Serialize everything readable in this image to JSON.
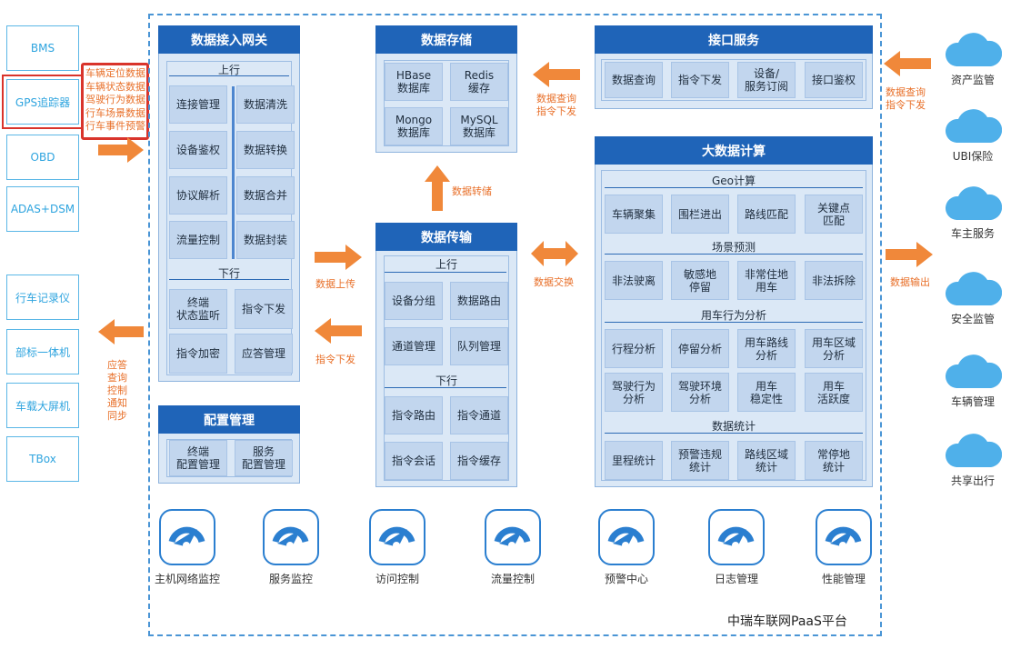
{
  "left_devices": {
    "top": [
      "BMS",
      "GPS追踪器",
      "OBD",
      "ADAS+DSM"
    ],
    "bottom": [
      "行车记录仪",
      "部标一体机",
      "车载大屏机",
      "TBox"
    ],
    "gps_data": [
      "车辆定位数据",
      "车辆状态数据",
      "驾驶行为数据",
      "行车场景数据",
      "行车事件预警"
    ]
  },
  "arrow_labels": {
    "downlink_left": "应答\n查询\n控制\n通知\n同步",
    "data_upload": "数据上传",
    "cmd_down": "指令下发",
    "data_transfer": "数据转储",
    "query_cmd_center": "数据查询\n指令下发",
    "data_exchange": "数据交换",
    "query_cmd_right": "数据查询\n指令下发",
    "data_output": "数据输出"
  },
  "gateway": {
    "title": "数据接入网关",
    "up_label": "上行",
    "up_left": [
      "连接管理",
      "设备鉴权",
      "协议解析",
      "流量控制"
    ],
    "up_right": [
      "数据清洗",
      "数据转换",
      "数据合并",
      "数据封装"
    ],
    "down_label": "下行",
    "down": [
      "终端\n状态监听",
      "指令下发",
      "指令加密",
      "应答管理"
    ]
  },
  "config": {
    "title": "配置管理",
    "items": [
      "终端\n配置管理",
      "服务\n配置管理"
    ]
  },
  "storage": {
    "title": "数据存储",
    "items": [
      "HBase\n数据库",
      "Redis\n缓存",
      "Mongo\n数据库",
      "MySQL\n数据库"
    ]
  },
  "transport": {
    "title": "数据传输",
    "up_label": "上行",
    "up": [
      "设备分组",
      "数据路由",
      "通道管理",
      "队列管理"
    ],
    "down_label": "下行",
    "down": [
      "指令路由",
      "指令通道",
      "指令会话",
      "指令缓存"
    ]
  },
  "api": {
    "title": "接口服务",
    "items": [
      "数据查询",
      "指令下发",
      "设备/\n服务订阅",
      "接口鉴权"
    ]
  },
  "bigdata": {
    "title": "大数据计算",
    "sections": [
      {
        "label": "Geo计算",
        "items": [
          "车辆聚集",
          "围栏进出",
          "路线匹配",
          "关键点\n匹配"
        ]
      },
      {
        "label": "场景预测",
        "items": [
          "非法驶离",
          "敏感地\n停留",
          "非常住地\n用车",
          "非法拆除"
        ]
      },
      {
        "label": "用车行为分析",
        "items": [
          "行程分析",
          "停留分析",
          "用车路线\n分析",
          "用车区域\n分析",
          "驾驶行为\n分析",
          "驾驶环境\n分析",
          "用车\n稳定性",
          "用车\n活跃度"
        ]
      },
      {
        "label": "数据统计",
        "items": [
          "里程统计",
          "预警违规\n统计",
          "路线区域\n统计",
          "常停地\n统计"
        ]
      }
    ]
  },
  "monitoring": [
    "主机网络监控",
    "服务监控",
    "访问控制",
    "流量控制",
    "预警中心",
    "日志管理",
    "性能管理"
  ],
  "platform_name": "中瑞车联网PaaS平台",
  "consumers": [
    "资产监管",
    "UBI保险",
    "车主服务",
    "安全监管",
    "车辆管理",
    "共享出行"
  ],
  "colors": {
    "panel_header": "#1f64b8",
    "panel_bg": "#dbe8f6",
    "cell_bg": "#c2d6ee",
    "arrow": "#f0883a",
    "device_border": "#5bb7e6",
    "highlight": "#d9342b",
    "cloud": "#4fb0ea"
  }
}
